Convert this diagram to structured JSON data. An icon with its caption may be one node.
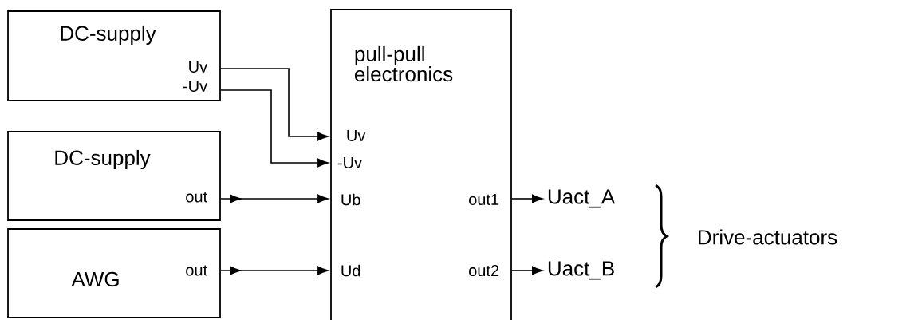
{
  "diagram": {
    "nodes": [
      {
        "text": [
          "DC-supply",
          "Uv",
          "-Uv"
        ]
      },
      {
        "text": [
          "DC-supply",
          "out"
        ]
      },
      {
        "text": [
          "AWG",
          "out"
        ]
      },
      {
        "text": [
          "pull-pull electronics",
          "Uv",
          "-Uv",
          "Ub",
          "Ud",
          "out1",
          "out2"
        ]
      },
      {
        "text": [
          "Uact_A"
        ]
      },
      {
        "text": [
          "Uact_B"
        ]
      }
    ],
    "edges": [
      {
        "from": 0,
        "to": 3,
        "arrow": "to"
      },
      {
        "from": 0,
        "to": 3,
        "arrow": "to"
      },
      {
        "from": 1,
        "to": 3,
        "arrow": "to"
      },
      {
        "from": 2,
        "to": 3,
        "arrow": "to"
      },
      {
        "from": 3,
        "to": 4,
        "arrow": "to"
      },
      {
        "from": 3,
        "to": 5,
        "arrow": "to"
      }
    ],
    "labels": [
      "Drive-actuators"
    ]
  }
}
